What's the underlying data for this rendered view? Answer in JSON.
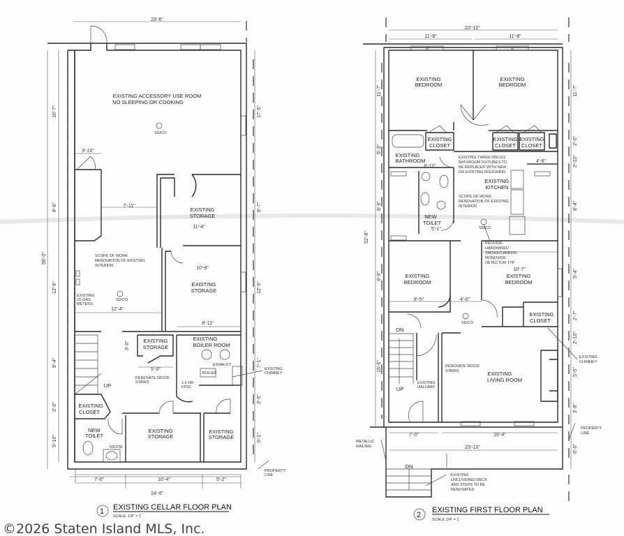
{
  "watermark": "©2026 Staten Island MLS, Inc.",
  "plan1": {
    "title": "EXISTING CELLAR FLOOR PLAN",
    "scale": "SCALE: 1/4\" = 1'",
    "number": "1",
    "rooms": {
      "accessory_1": "EXISTING ACCESSORY USE ROOM",
      "accessory_2": "NO SLEEPING OR COOKING",
      "storage_a": [
        "EXISTING",
        "STORAGE"
      ],
      "storage_b": [
        "EXISTING",
        "STORAGE"
      ],
      "storage_c": [
        "EXISTING",
        "STORAGE"
      ],
      "boiler": [
        "EXISTING",
        "BOILER ROOM"
      ],
      "closet": [
        "EXISTING",
        "CLOSET"
      ],
      "toilet": [
        "NEW",
        "TOILET"
      ],
      "storage_d": [
        "EXISTING",
        "STORAGE"
      ],
      "storage_e": [
        "EXISTING",
        "STORAGE"
      ]
    },
    "notes": {
      "scope": [
        "SCOPE OF WORK",
        "RENOVATION OF EXISTING",
        "INTERIOR"
      ],
      "gas": [
        "EXISTING",
        "(2) GAS",
        "METERS"
      ],
      "stairs": [
        "RENOVATE WOOD",
        "STAIRS"
      ],
      "chimney": [
        "EXISTING",
        "CHIMNEY"
      ],
      "property": [
        "PROPERTY",
        "LINE"
      ],
      "fpsc": [
        "1.5 HR",
        "FPSC"
      ],
      "exhaust": "EXHAUST",
      "boiler": "BOILER",
      "cfm": "50CFM",
      "up": "UP",
      "sdco": "SD/CO",
      "sdco2": "SD/CO"
    },
    "dims": {
      "top": "23'-6\"",
      "left1": "16'-7\"",
      "left2": "8'-6\"",
      "left3": "12'-6\"",
      "left4": "8'-4\"",
      "left5": "3'-0\"",
      "left6": "5'-10\"",
      "total_left": "56'-0\"",
      "right1": "17'-5\"",
      "right2": "8'-7\"",
      "right3": "12'-9\"",
      "right4": "7'-1\"",
      "right5": "3'-5\"",
      "right6": "6'-1\"",
      "chim": "3'-10\"",
      "hall": "7'-11\"",
      "st_a": "11'-4\"",
      "st_b": "10'-9\"",
      "gas_w": "12'-4\"",
      "st_b2": "8'-11\"",
      "st_c": "5'-0\"",
      "st_c_h": "3'-0\"",
      "b1": "7'-0\"",
      "b2": "10'-4\"",
      "b3": "5'-2\"",
      "btotal": "24'-0\""
    }
  },
  "plan2": {
    "title": "EXISTING FIRST FLOOR PLAN",
    "scale": "SCALE  1/4\" = 1'",
    "number": "2",
    "rooms": {
      "bed1": [
        "EXISTING",
        "BEDROOM"
      ],
      "bed2": [
        "EXISTING",
        "BEDROOM"
      ],
      "closet1": [
        "EXISTING",
        "CLOSET"
      ],
      "closet2": [
        "EXISTING",
        "CLOSET"
      ],
      "closet3": [
        "EXISTING",
        "CLOSET"
      ],
      "bath": [
        "EXISTING",
        "BATHROOM"
      ],
      "kitchen": [
        "EXISTING",
        "KITCHEN"
      ],
      "toilet": [
        "NEW",
        "TOILET"
      ],
      "bed3": [
        "EXISTING",
        "BEDROOM"
      ],
      "bed4": [
        "EXISTING",
        "BEDROOM"
      ],
      "closet4": [
        "EXISTING",
        "CLOSET"
      ],
      "hallway": [
        "EXISTING",
        "HALLWAY"
      ],
      "living": [
        "EXISTING",
        "LIVING ROOM"
      ]
    },
    "notes": {
      "fixtures": [
        "EXISTING THREE PIECES",
        "BATHROOM FIXTURES TO",
        "BE REPLACED WITH NEW",
        "ON EXISTING ROUGHING"
      ],
      "scope": [
        "SCOPE OF WORK",
        "RENOVATION OF EXISTING",
        "INTERIOR"
      ],
      "detector": [
        "PROVIDE",
        "HARDWIRED",
        "SMOKE/CARBON",
        "MONOXIDE",
        "DETECTOR  TYP"
      ],
      "stairs": [
        "RENOVATE WOOD",
        "STAIRS"
      ],
      "chimney": [
        "EXISTING",
        "CHIMNEY"
      ],
      "property": [
        "PROPERTY",
        "LINE"
      ],
      "railing": [
        "METALLIC",
        "RAILING"
      ],
      "deck": [
        "EXISTING",
        "UNCOVERED DECK",
        "AND STEPS TO BE",
        "RENOVATED"
      ],
      "dn1": "DN",
      "up": "UP",
      "dn2": "DN",
      "sdco1": "SD/CO",
      "sdco2": "SD/CO"
    },
    "dims": {
      "top": "23'-10\"",
      "top1": "11'-8\"",
      "top2": "11'-8\"",
      "bath_w": "8'-11\"",
      "toilet_w": "5'-1\"",
      "kit_w": "4'-6\"",
      "bed3_w": "8'-5\"",
      "hall_w": "4'-0\"",
      "bed4_w": "10'-7\"",
      "left1": "11'-7\"",
      "left2": "5'-3\"",
      "left3": "8'-6\"",
      "left4": "9'-9\"",
      "left5": "15'-5\"",
      "total": "52'-8\"",
      "right1": "11'-7\"",
      "right2": "2'-0\"",
      "right3": "2'-10\"",
      "right4": "8'-4\"",
      "right5": "9'-4\"",
      "right6": "2'-7\"",
      "right7": "2'-10\"",
      "right8": "5'-5\"",
      "right9": "3'-8\"",
      "right10": "6'-0\"",
      "b1": "7'-0\"",
      "b2": "16'-4\"",
      "btotal": "23'-10\""
    }
  }
}
